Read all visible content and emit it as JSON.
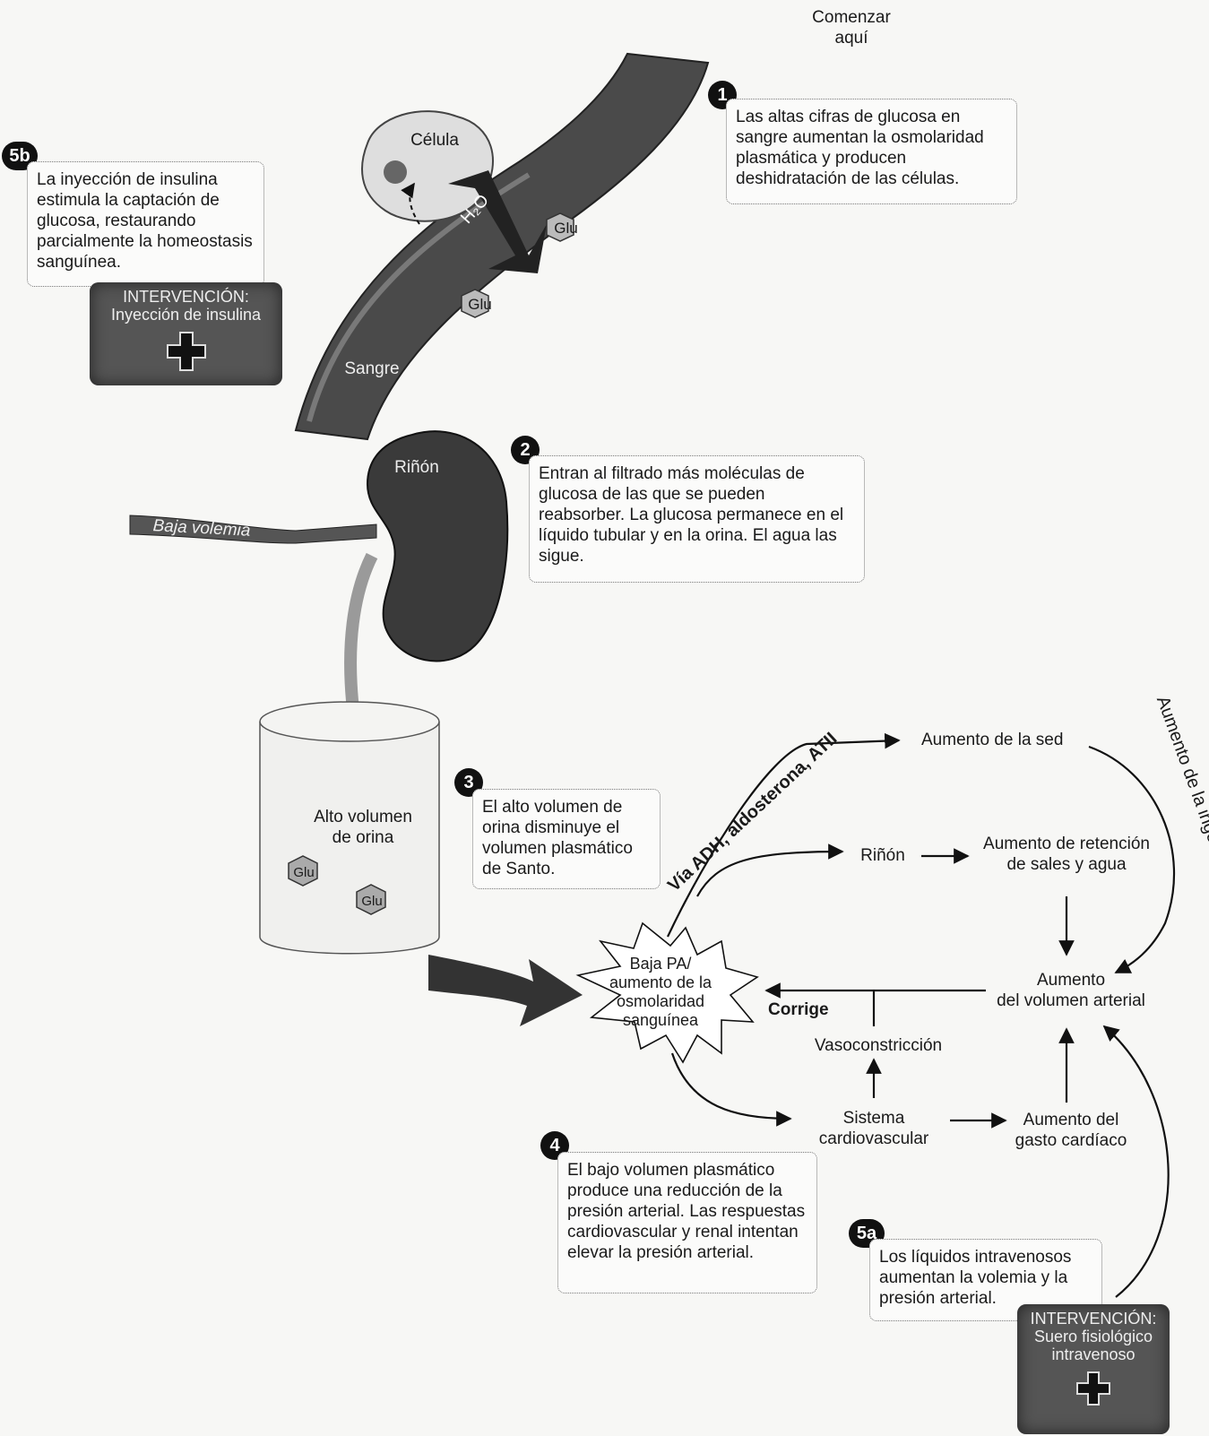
{
  "start": "Comenzar\naquí",
  "steps": [
    {
      "badge": "1",
      "text": "Las altas cifras de glucosa en sangre aumentan la osmolaridad plasmática y producen deshidratación de las células."
    },
    {
      "badge": "2",
      "text": "Entran al filtrado más moléculas de glucosa de las que se pueden reabsorber. La glucosa permanece en el líquido tubular y en la orina. El agua las sigue."
    },
    {
      "badge": "3",
      "text": "El alto volumen de orina disminuye el volumen plasmático de Santo."
    },
    {
      "badge": "4",
      "text": "El bajo volumen plasmático produce una reducción de la presión arterial. Las respuestas cardiovascular y renal intentan elevar la presión arterial."
    },
    {
      "badge": "5a",
      "text": "Los líquidos intravenosos aumentan la volemia y la presión arterial."
    },
    {
      "badge": "5b",
      "text": "La inyección de insulina estimula la captación de glucosa, restaurando parcialmente la homeostasis sanguínea."
    }
  ],
  "illustration": {
    "cell": "Célula",
    "water": "H₂O",
    "glucose": "Glu",
    "blood": "Sangre",
    "kidney": "Riñón",
    "low_volume": "Baja volemia",
    "urine": "Alto volumen\nde orina"
  },
  "interventions": {
    "insulin": {
      "title": "INTERVENCIÓN:",
      "text": "Inyección de insulina"
    },
    "saline": {
      "title": "INTERVENCIÓN:",
      "text": "Suero fisiológico intravenoso"
    }
  },
  "flow": {
    "center": "Baja PA/\naumento de la\nosmolaridad\nsanguínea",
    "pathway": "Vía ADH, aldosterona, ATII",
    "thirst": "Aumento de la sed",
    "intake": "Aumento de la ingestión de líquidos",
    "kidney": "Riñón",
    "retention": "Aumento de retención\nde sales y agua",
    "arterial_volume": "Aumento\ndel volumen arterial",
    "corrige": "Corrige",
    "vasoconstriction": "Vasoconstricción",
    "cardio": "Sistema\ncardiovascular",
    "cardiac_output": "Aumento del\ngasto cardíaco"
  }
}
